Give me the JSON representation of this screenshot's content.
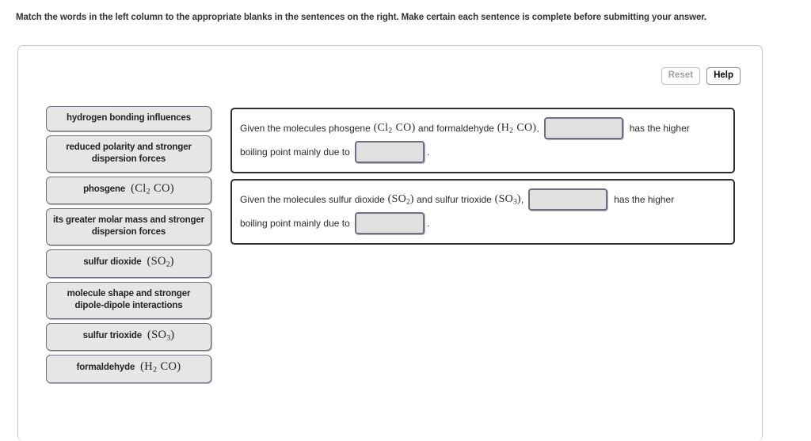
{
  "instructions": "Match the words in the left column to the appropriate blanks in the sentences on the right. Make certain each sentence is complete before submitting your answer.",
  "toolbar": {
    "reset_label": "Reset",
    "help_label": "Help"
  },
  "word_bank": {
    "items": [
      {
        "text": "hydrogen bonding influences",
        "formula": ""
      },
      {
        "text": "reduced polarity and stronger dispersion forces",
        "formula": ""
      },
      {
        "text": "phosgene",
        "formula": "(Cl2CO)"
      },
      {
        "text": "its greater molar mass and stronger dispersion forces",
        "formula": ""
      },
      {
        "text": "sulfur dioxide",
        "formula": "(SO2)"
      },
      {
        "text": "molecule shape and stronger dipole-dipole interactions",
        "formula": ""
      },
      {
        "text": "sulfur trioxide",
        "formula": "(SO3)"
      },
      {
        "text": "formaldehyde",
        "formula": "(H2CO)"
      }
    ]
  },
  "sentences": [
    {
      "part1": "Given the molecules phosgene",
      "formula1": "(Cl2CO)",
      "part2": "and formaldehyde",
      "formula2": "(H2CO)",
      "part3": ",",
      "blank1_value": "",
      "part4": "has the higher",
      "part5": "boiling point mainly due to",
      "blank2_value": "",
      "part6": "."
    },
    {
      "part1": "Given the molecules sulfur dioxide",
      "formula1": "(SO2)",
      "part2": "and sulfur trioxide",
      "formula2": "(SO3)",
      "part3": ",",
      "blank1_value": "",
      "part4": "has the higher",
      "part5": "boiling point mainly due to",
      "blank2_value": "",
      "part6": "."
    }
  ],
  "colors": {
    "tile_fill": "#e6e6e6",
    "tile_border": "#6f6f80",
    "blank_fill": "#e1e1e1",
    "sentence_border": "#2f2f33",
    "panel_border": "#c9c9c9"
  }
}
